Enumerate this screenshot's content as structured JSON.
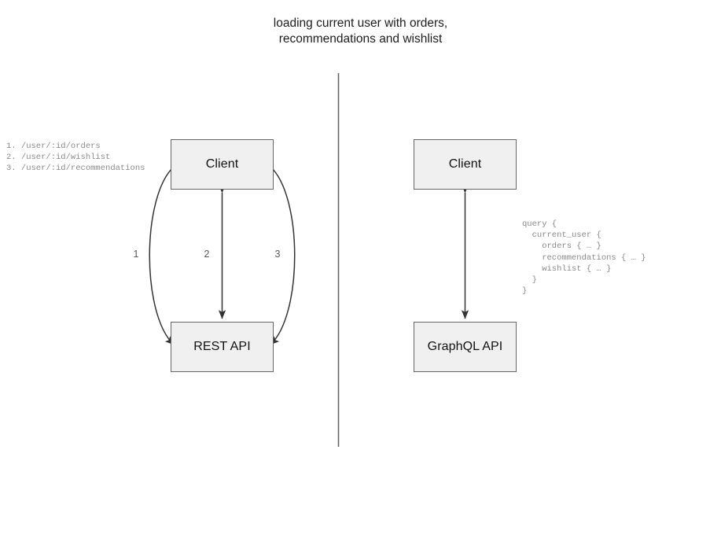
{
  "title": "loading current user with orders,\nrecommendations and wishlist",
  "colors": {
    "box_fill": "#f0f0f0",
    "box_stroke": "#666666",
    "arrow": "#333333",
    "divider": "#666666",
    "code_text": "#8a8a8a",
    "label_text": "#5a5a5a",
    "title_text": "#1c1c1c"
  },
  "rest_side": {
    "client_label": "Client",
    "api_label": "REST API",
    "endpoints": "1. /user/:id/orders\n2. /user/:id/wishlist\n3. /user/:id/recommendations",
    "edge_labels": [
      "1",
      "2",
      "3"
    ]
  },
  "graphql_side": {
    "client_label": "Client",
    "api_label": "GraphQL API",
    "query": "query {\n  current_user {\n    orders { … }\n    recommendations { … }\n    wishlist { … }\n  }\n}"
  }
}
